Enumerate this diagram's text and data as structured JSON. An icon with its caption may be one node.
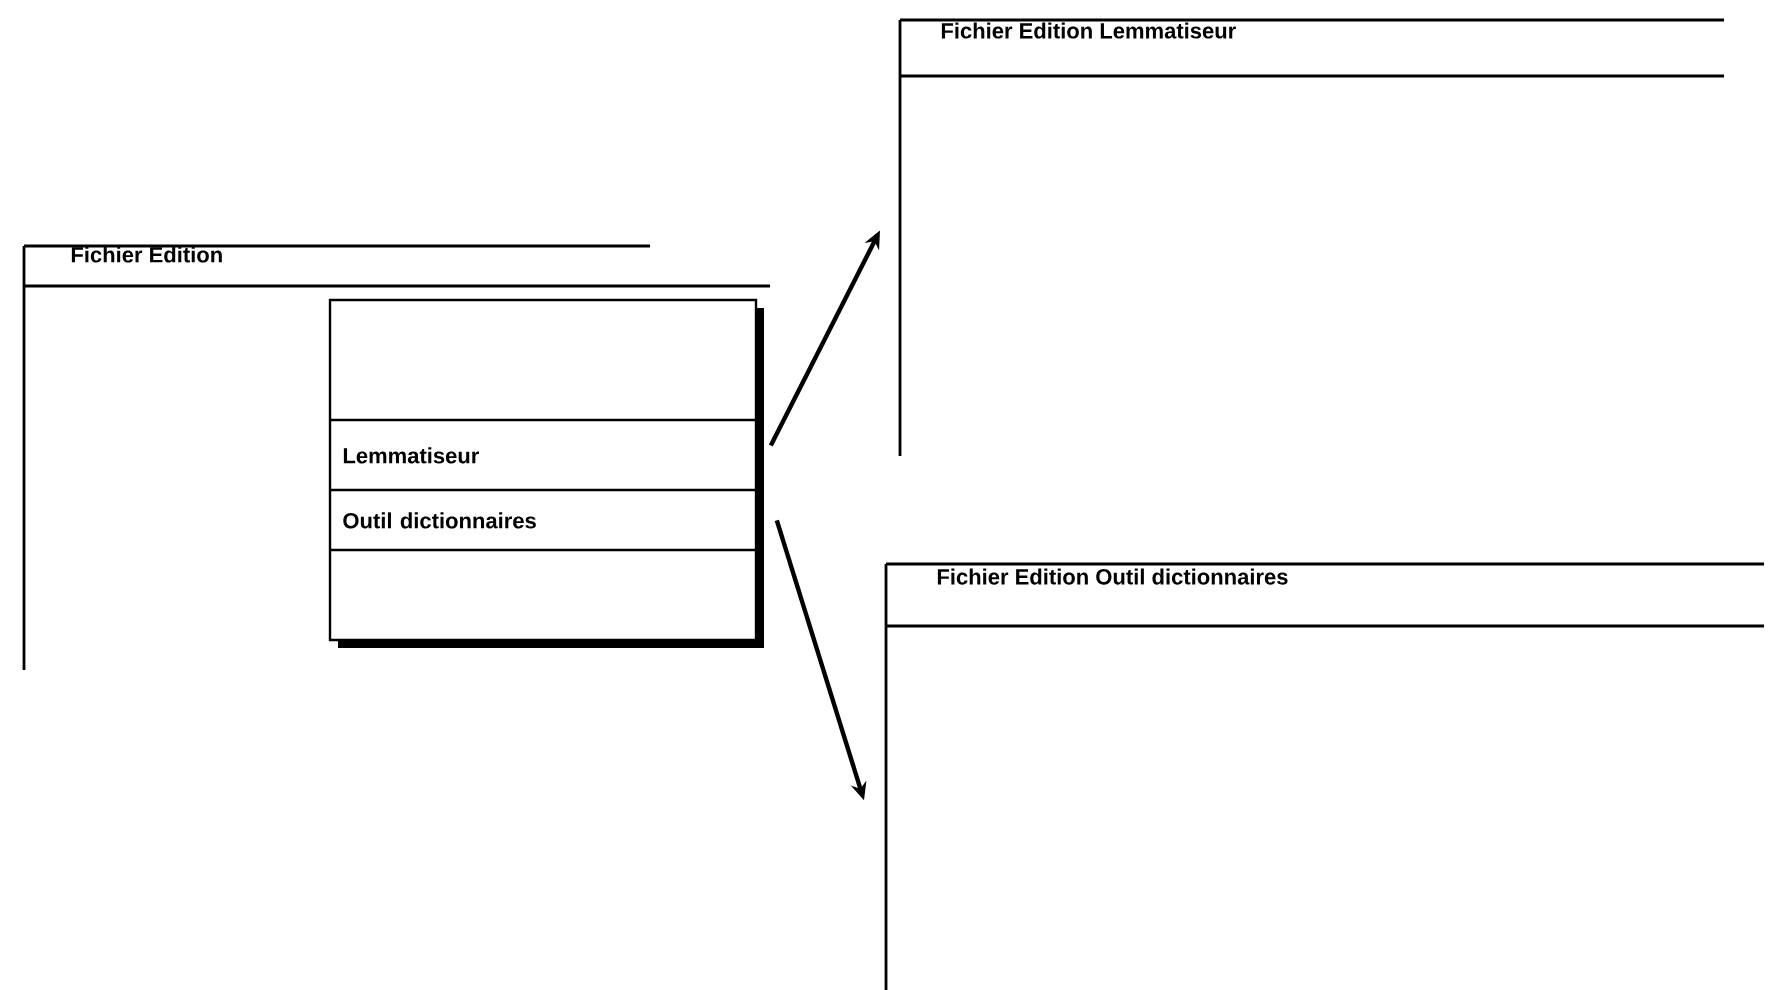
{
  "diagram": {
    "nodes": [
      {
        "text": [
          "Fichier Edition"
        ]
      },
      {
        "text": [],
        "shape": "box",
        "in": 0
      },
      {
        "text": [
          "Lemmatiseur"
        ],
        "in": 1
      },
      {
        "text": [
          "Outil dictionnaires"
        ],
        "in": 1
      },
      {
        "text": [
          "Fichier Edition Lemmatiseur"
        ]
      },
      {
        "text": [
          "Fichier Edition Outil dictionnaires"
        ]
      }
    ],
    "edges": [
      {
        "from": 2,
        "to": 4,
        "arrow": "to"
      },
      {
        "from": 3,
        "to": 5,
        "arrow": "to"
      }
    ]
  }
}
